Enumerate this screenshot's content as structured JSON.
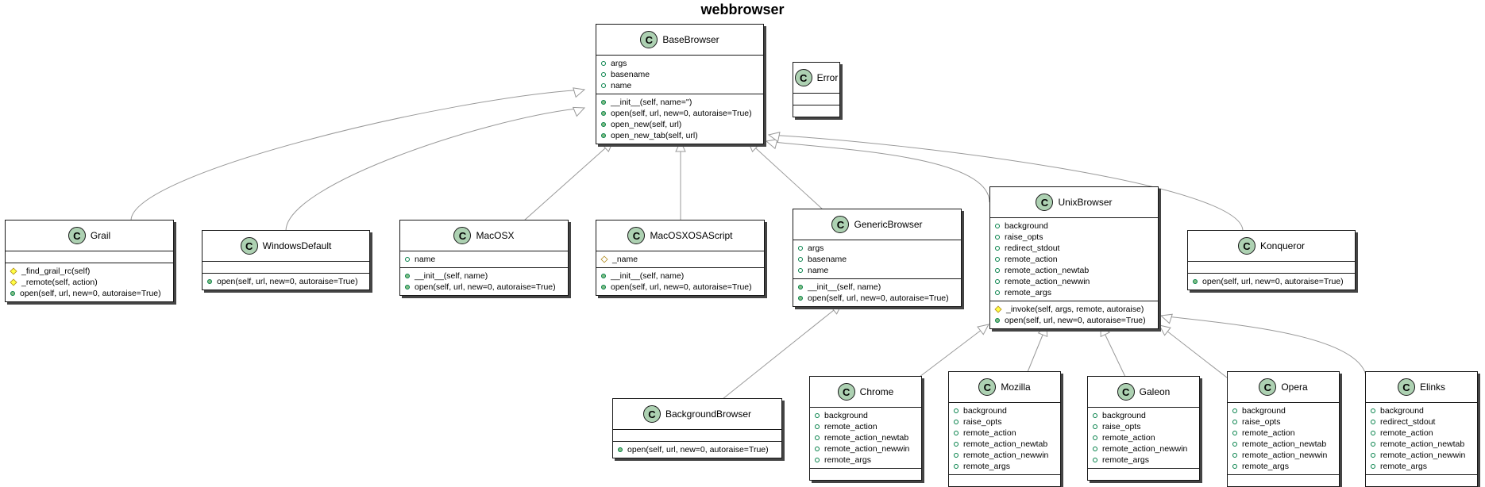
{
  "diagram_title": "webbrowser",
  "colors": {
    "class_icon": "#add1b2",
    "public": "#038048",
    "protected": "#b38d22",
    "line": "#181818",
    "edge": "#999999"
  },
  "classes": {
    "basebrowser": {
      "name": "BaseBrowser",
      "icon": "C",
      "attributes": [
        {
          "vis": "+",
          "text": "args"
        },
        {
          "vis": "+",
          "text": "basename"
        },
        {
          "vis": "+",
          "text": "name"
        }
      ],
      "operations": [
        {
          "vis": "+",
          "text": "__init__(self, name='')"
        },
        {
          "vis": "+",
          "text": "open(self, url, new=0, autoraise=True)"
        },
        {
          "vis": "+",
          "text": "open_new(self, url)"
        },
        {
          "vis": "+",
          "text": "open_new_tab(self, url)"
        }
      ]
    },
    "error": {
      "name": "Error",
      "icon": "C",
      "attributes": [],
      "operations": []
    },
    "grail": {
      "name": "Grail",
      "icon": "C",
      "attributes": [],
      "operations": [
        {
          "vis": "#",
          "text": "_find_grail_rc(self)"
        },
        {
          "vis": "#",
          "text": "_remote(self, action)"
        },
        {
          "vis": "+",
          "text": "open(self, url, new=0, autoraise=True)"
        }
      ]
    },
    "windowsdefault": {
      "name": "WindowsDefault",
      "icon": "C",
      "attributes": [],
      "operations": [
        {
          "vis": "+",
          "text": "open(self, url, new=0, autoraise=True)"
        }
      ]
    },
    "macosx": {
      "name": "MacOSX",
      "icon": "C",
      "attributes": [
        {
          "vis": "+",
          "text": "name"
        }
      ],
      "operations": [
        {
          "vis": "+",
          "text": "__init__(self, name)"
        },
        {
          "vis": "+",
          "text": "open(self, url, new=0, autoraise=True)"
        }
      ]
    },
    "macosxosascript": {
      "name": "MacOSXOSAScript",
      "icon": "C",
      "attributes": [
        {
          "vis": "#",
          "text": "_name"
        }
      ],
      "operations": [
        {
          "vis": "+",
          "text": "__init__(self, name)"
        },
        {
          "vis": "+",
          "text": "open(self, url, new=0, autoraise=True)"
        }
      ]
    },
    "genericbrowser": {
      "name": "GenericBrowser",
      "icon": "C",
      "attributes": [
        {
          "vis": "+",
          "text": "args"
        },
        {
          "vis": "+",
          "text": "basename"
        },
        {
          "vis": "+",
          "text": "name"
        }
      ],
      "operations": [
        {
          "vis": "+",
          "text": "__init__(self, name)"
        },
        {
          "vis": "+",
          "text": "open(self, url, new=0, autoraise=True)"
        }
      ]
    },
    "unixbrowser": {
      "name": "UnixBrowser",
      "icon": "C",
      "attributes": [
        {
          "vis": "+",
          "text": "background"
        },
        {
          "vis": "+",
          "text": "raise_opts"
        },
        {
          "vis": "+",
          "text": "redirect_stdout"
        },
        {
          "vis": "+",
          "text": "remote_action"
        },
        {
          "vis": "+",
          "text": "remote_action_newtab"
        },
        {
          "vis": "+",
          "text": "remote_action_newwin"
        },
        {
          "vis": "+",
          "text": "remote_args"
        }
      ],
      "operations": [
        {
          "vis": "#",
          "text": "_invoke(self, args, remote, autoraise)"
        },
        {
          "vis": "+",
          "text": "open(self, url, new=0, autoraise=True)"
        }
      ]
    },
    "konqueror": {
      "name": "Konqueror",
      "icon": "C",
      "attributes": [],
      "operations": [
        {
          "vis": "+",
          "text": "open(self, url, new=0, autoraise=True)"
        }
      ]
    },
    "backgroundbrowser": {
      "name": "BackgroundBrowser",
      "icon": "C",
      "attributes": [],
      "operations": [
        {
          "vis": "+",
          "text": "open(self, url, new=0, autoraise=True)"
        }
      ]
    },
    "chrome": {
      "name": "Chrome",
      "icon": "C",
      "attributes": [
        {
          "vis": "+",
          "text": "background"
        },
        {
          "vis": "+",
          "text": "remote_action"
        },
        {
          "vis": "+",
          "text": "remote_action_newtab"
        },
        {
          "vis": "+",
          "text": "remote_action_newwin"
        },
        {
          "vis": "+",
          "text": "remote_args"
        }
      ],
      "operations": []
    },
    "mozilla": {
      "name": "Mozilla",
      "icon": "C",
      "attributes": [
        {
          "vis": "+",
          "text": "background"
        },
        {
          "vis": "+",
          "text": "raise_opts"
        },
        {
          "vis": "+",
          "text": "remote_action"
        },
        {
          "vis": "+",
          "text": "remote_action_newtab"
        },
        {
          "vis": "+",
          "text": "remote_action_newwin"
        },
        {
          "vis": "+",
          "text": "remote_args"
        }
      ],
      "operations": []
    },
    "galeon": {
      "name": "Galeon",
      "icon": "C",
      "attributes": [
        {
          "vis": "+",
          "text": "background"
        },
        {
          "vis": "+",
          "text": "raise_opts"
        },
        {
          "vis": "+",
          "text": "remote_action"
        },
        {
          "vis": "+",
          "text": "remote_action_newwin"
        },
        {
          "vis": "+",
          "text": "remote_args"
        }
      ],
      "operations": []
    },
    "opera": {
      "name": "Opera",
      "icon": "C",
      "attributes": [
        {
          "vis": "+",
          "text": "background"
        },
        {
          "vis": "+",
          "text": "raise_opts"
        },
        {
          "vis": "+",
          "text": "remote_action"
        },
        {
          "vis": "+",
          "text": "remote_action_newtab"
        },
        {
          "vis": "+",
          "text": "remote_action_newwin"
        },
        {
          "vis": "+",
          "text": "remote_args"
        }
      ],
      "operations": []
    },
    "elinks": {
      "name": "Elinks",
      "icon": "C",
      "attributes": [
        {
          "vis": "+",
          "text": "background"
        },
        {
          "vis": "+",
          "text": "redirect_stdout"
        },
        {
          "vis": "+",
          "text": "remote_action"
        },
        {
          "vis": "+",
          "text": "remote_action_newtab"
        },
        {
          "vis": "+",
          "text": "remote_action_newwin"
        },
        {
          "vis": "+",
          "text": "remote_args"
        }
      ],
      "operations": []
    }
  },
  "inheritance": [
    {
      "child": "grail",
      "parent": "basebrowser"
    },
    {
      "child": "windowsdefault",
      "parent": "basebrowser"
    },
    {
      "child": "macosx",
      "parent": "basebrowser"
    },
    {
      "child": "macosxosascript",
      "parent": "basebrowser"
    },
    {
      "child": "genericbrowser",
      "parent": "basebrowser"
    },
    {
      "child": "unixbrowser",
      "parent": "basebrowser"
    },
    {
      "child": "konqueror",
      "parent": "basebrowser"
    },
    {
      "child": "backgroundbrowser",
      "parent": "genericbrowser"
    },
    {
      "child": "chrome",
      "parent": "unixbrowser"
    },
    {
      "child": "mozilla",
      "parent": "unixbrowser"
    },
    {
      "child": "galeon",
      "parent": "unixbrowser"
    },
    {
      "child": "opera",
      "parent": "unixbrowser"
    },
    {
      "child": "elinks",
      "parent": "unixbrowser"
    }
  ]
}
